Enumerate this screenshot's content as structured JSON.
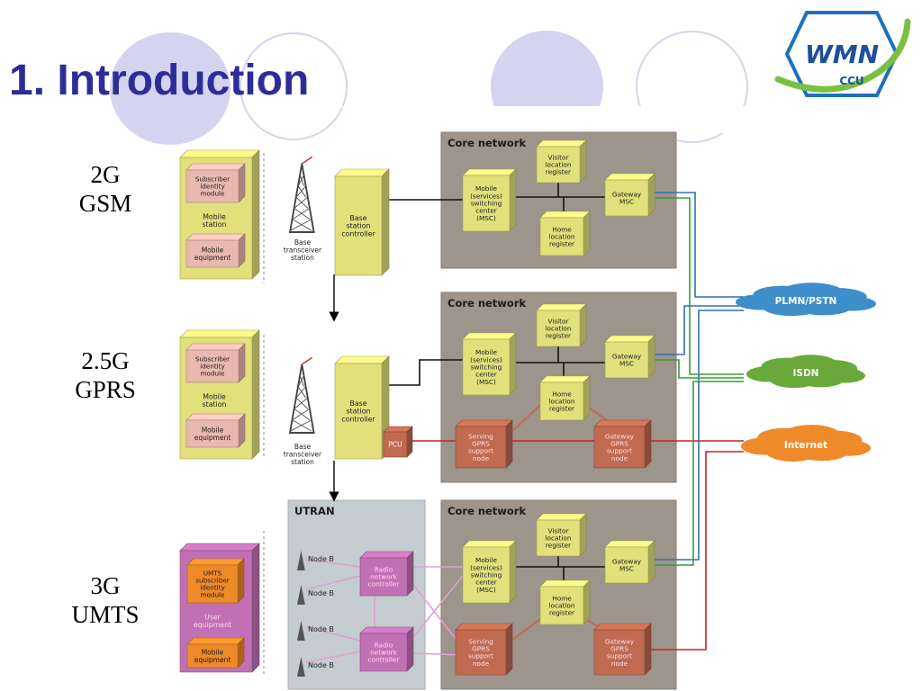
{
  "slide": {
    "title": "1. Introduction"
  },
  "logo": {
    "main": "WMN",
    "sub": "CCU"
  },
  "generations": [
    {
      "line1": "2G",
      "line2": "GSM"
    },
    {
      "line1": "2.5G",
      "line2": "GPRS"
    },
    {
      "line1": "3G",
      "line2": "UMTS"
    }
  ],
  "diagram": {
    "core_network": "Core network",
    "utran": "UTRAN",
    "visitor_location_register": [
      "Visitor",
      "location",
      "register"
    ],
    "home_location_register": [
      "Home",
      "location",
      "register"
    ],
    "msc": [
      "Mobile",
      "(services)",
      "switching",
      "center",
      "(MSC)"
    ],
    "gateway_msc": [
      "Gateway",
      "MSC"
    ],
    "base_station_controller": [
      "Base",
      "station",
      "controller"
    ],
    "base_transceiver_station": [
      "Base",
      "transceiver",
      "station"
    ],
    "pcu": "PCU",
    "sgsn": [
      "Serving",
      "GPRS",
      "support",
      "node"
    ],
    "ggsn": [
      "Gateway",
      "GPRS",
      "support",
      "node"
    ],
    "rnc": [
      "Radio",
      "network",
      "controller"
    ],
    "node_b": "Node B",
    "gsm_ms": {
      "sim": [
        "Subscriber",
        "identity",
        "module"
      ],
      "ms": [
        "Mobile",
        "station"
      ],
      "me": [
        "Mobile",
        "equipment"
      ]
    },
    "umts_ue": {
      "usim": [
        "UMTS",
        "subscriber",
        "identity",
        "module"
      ],
      "ue": [
        "User",
        "equipment"
      ],
      "me": [
        "Mobile",
        "equipment"
      ]
    },
    "clouds": {
      "plmn": "PLMN/PSTN",
      "isdn": "ISDN",
      "internet": "Internet"
    }
  },
  "colors": {
    "title": "#2d2d9a",
    "decor_circle": "#c9c9ec",
    "core_bg": "#9d948b",
    "utran_bg": "#c4cccf",
    "box_yellow": "#e2e07a",
    "box_pink": "#e9b8b0",
    "box_brown": "#c06a50",
    "box_purple": "#c270b5",
    "box_orange": "#ef8a2a",
    "cloud_blue": "#3d8ec9",
    "cloud_green": "#6aa83a",
    "cloud_orange": "#ef8a2a",
    "line_blue": "#2f6fb5",
    "line_green": "#3a9a3a",
    "line_red": "#cc2020",
    "line_pink": "#e0a0d0"
  }
}
